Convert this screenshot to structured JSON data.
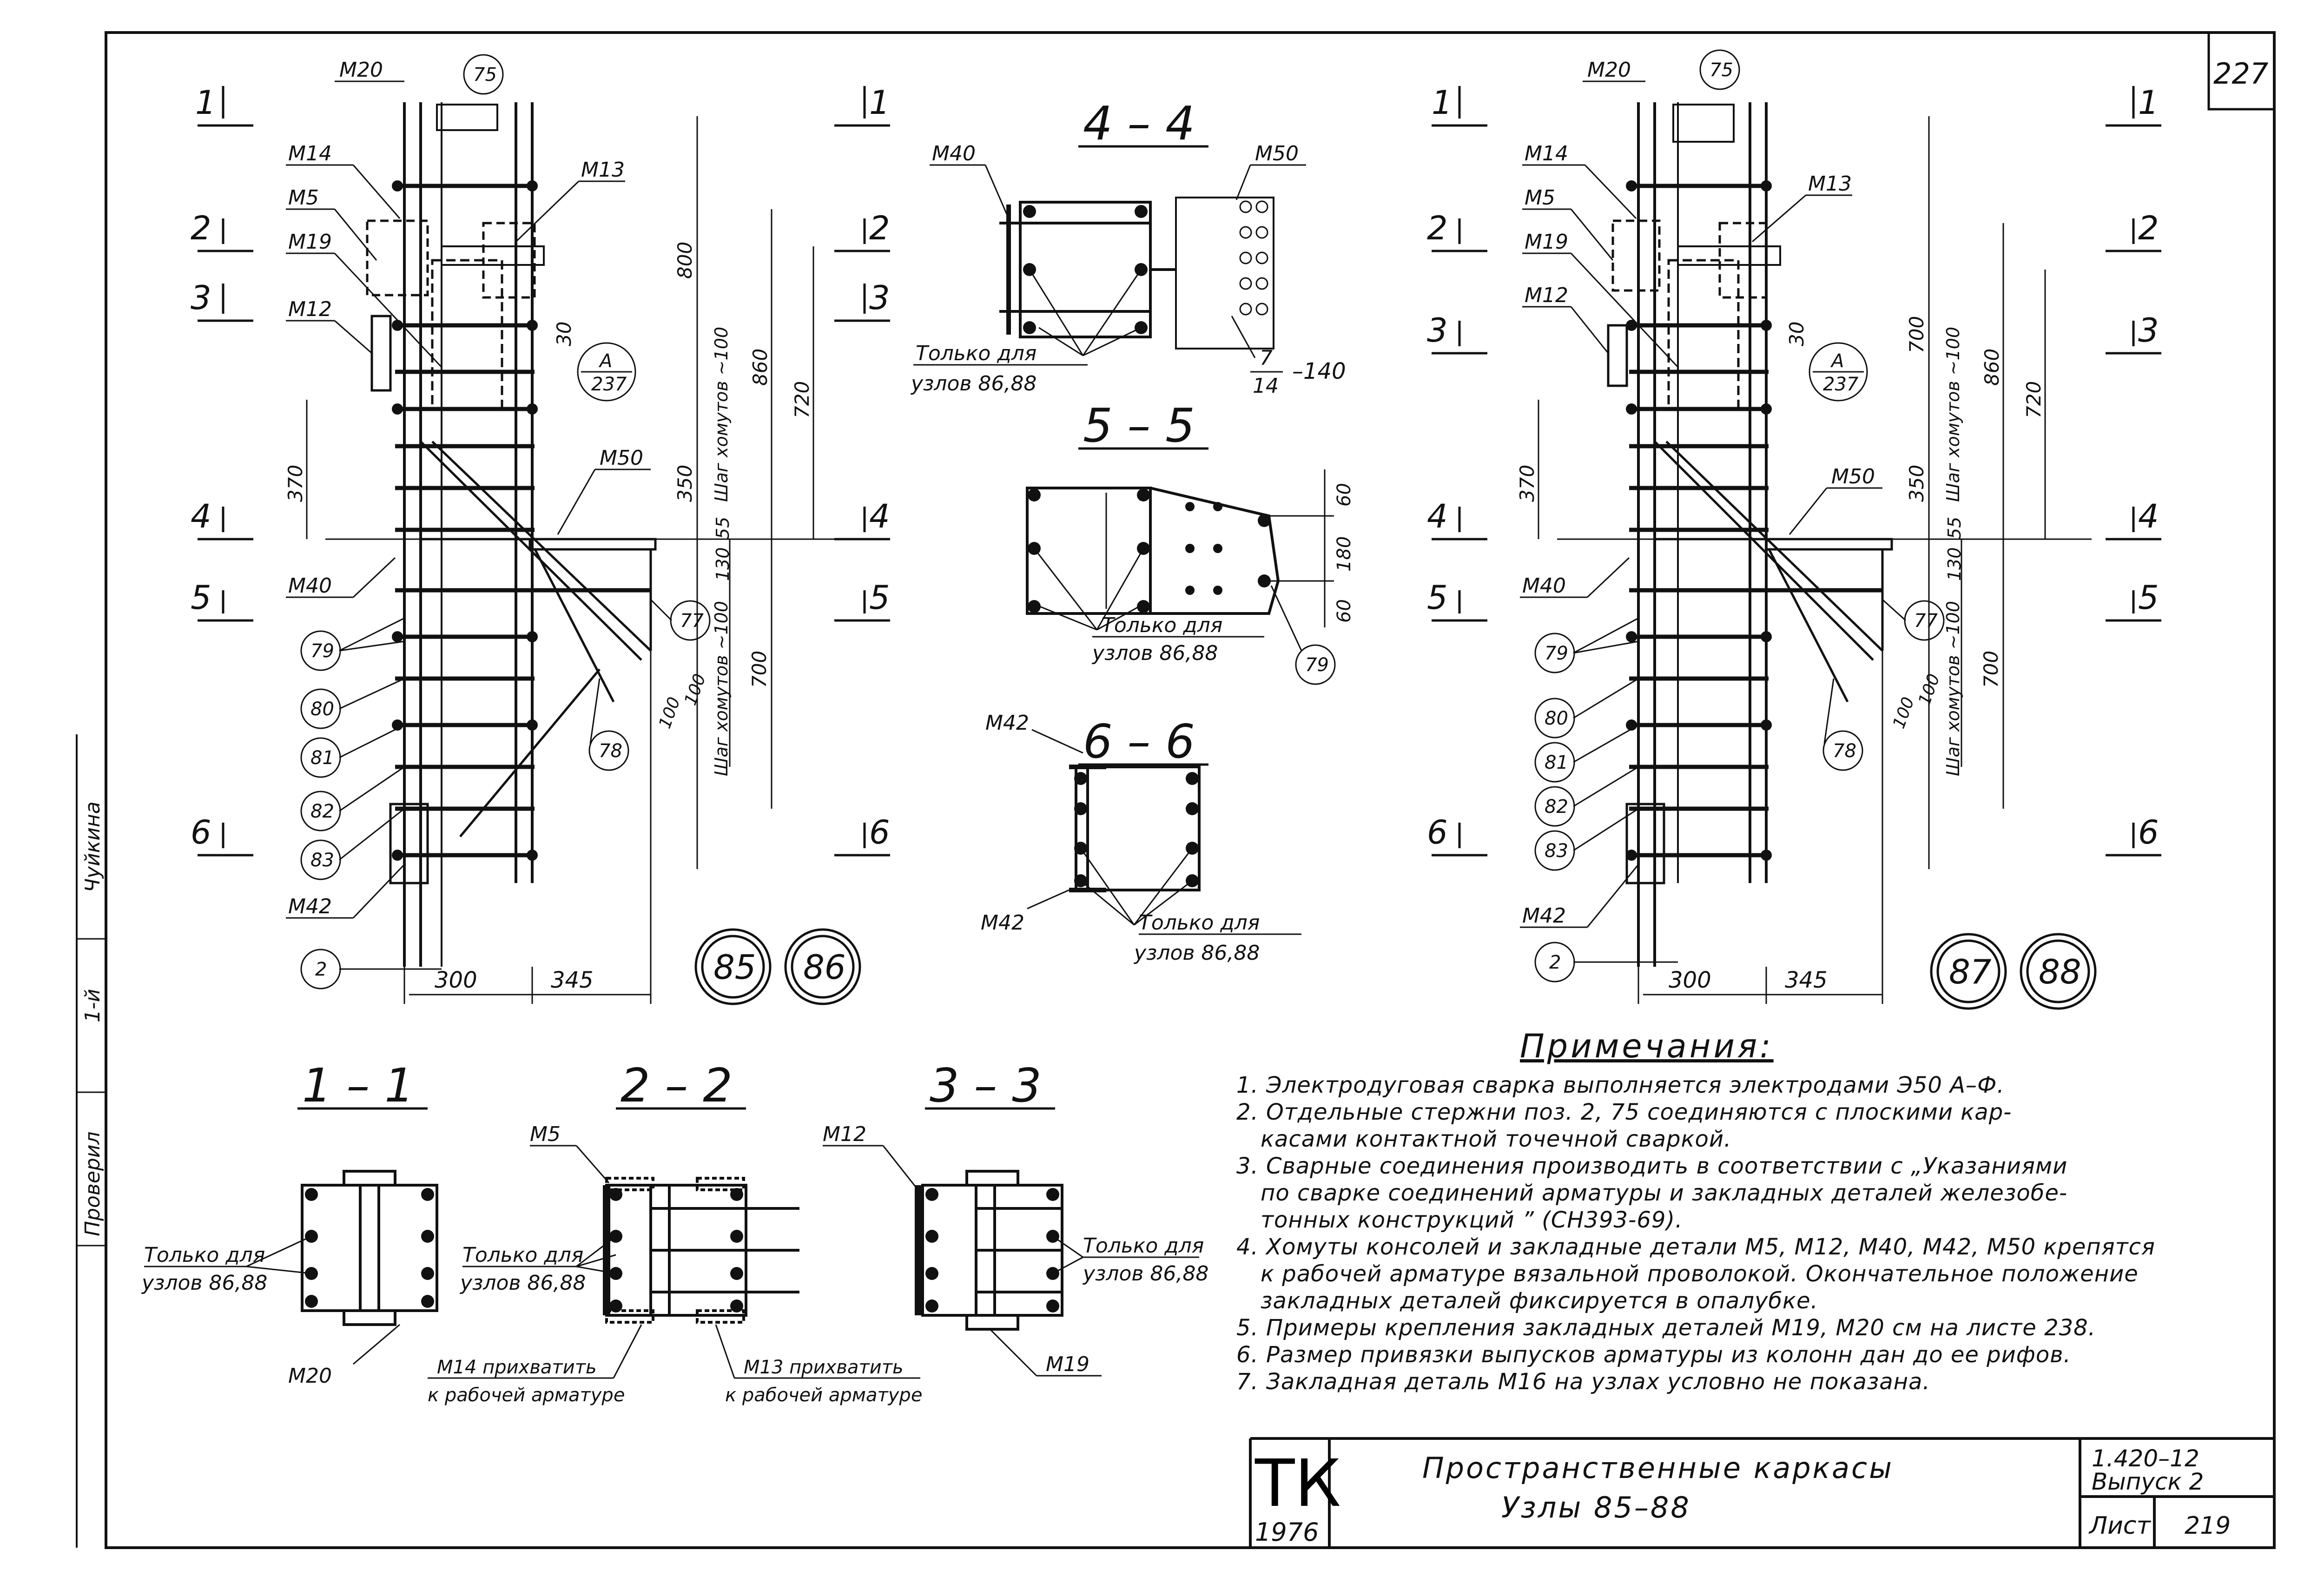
{
  "sheet": {
    "corner_number": "227",
    "stamp_mark": "ТК",
    "stamp_year": "1976",
    "title_line1": "Пространственные каркасы",
    "title_line2": "Узлы 85–88",
    "series": "1.420–12",
    "issue": "Выпуск 2",
    "sheet_label": "Лист",
    "sheet_number": "219"
  },
  "margin_labels": {
    "checked": "Проверил",
    "surname": "Чуйкина"
  },
  "left_node": {
    "marks": [
      "М20",
      "М14",
      "М5",
      "М19",
      "М12",
      "М13",
      "М50",
      "М40",
      "М42"
    ],
    "positions": [
      "75",
      "79",
      "80",
      "81",
      "82",
      "83",
      "2",
      "77",
      "78"
    ],
    "dims": {
      "d800": "800",
      "d30": "30",
      "d860": "860",
      "d720": "720",
      "d370": "370",
      "d350": "350",
      "d55": "55",
      "d130": "130",
      "d700": "700",
      "d100a": "100",
      "d100b": "100",
      "d300": "300",
      "d345": "345"
    },
    "stirrup_top": "Шаг хомутов ~100",
    "stirrup_bot": "Шаг хомутов ~100",
    "ref_a": "А",
    "ref_sheet": "237",
    "nodes": [
      "85",
      "86"
    ]
  },
  "right_node": {
    "dims": {
      "d700top": "700"
    },
    "nodes": [
      "87",
      "88"
    ]
  },
  "sections": {
    "s1": {
      "title": "1 – 1",
      "mark": "М20"
    },
    "s2": {
      "title": "2 – 2",
      "mark": "М5",
      "note1": "М14 прихватить",
      "note2": "к рабочей арматуре",
      "note3": "М13 прихватить",
      "note4": "к рабочей арматуре"
    },
    "s3": {
      "title": "3 – 3",
      "mark1": "М12",
      "mark2": "М19"
    },
    "s4": {
      "title": "4 – 4",
      "mark1": "М40",
      "mark2": "М50",
      "frac_top": "7",
      "frac_bot": "14",
      "frac_suffix": "–140"
    },
    "s5": {
      "title": "5 – 5",
      "d60a": "60",
      "d180": "180",
      "d60b": "60",
      "pos": "79"
    },
    "s6": {
      "title": "6 – 6",
      "mark": "М42"
    },
    "only_for_1": "Только для",
    "only_for_2": "узлов 86,88",
    "sec_marks": [
      "1",
      "2",
      "3",
      "4",
      "5",
      "6"
    ]
  },
  "notes": {
    "title": "Примечания:",
    "items": [
      "1. Электродуговая сварка выполняется электродами Э50 А–Ф.",
      "2. Отдельные стержни поз. 2, 75   соединяются с плоскими кар-",
      "касами контактной точечной сваркой.",
      "3. Сварные соединения производить в соответствии с „Указаниями",
      "по сварке соединений арматуры и закладных деталей железобе-",
      "тонных конструкций ” (СН393-69).",
      "4. Хомуты консолей и закладные детали М5, М12, М40, М42, М50 крепятся",
      "к рабочей арматуре вязальной проволокой. Окончательное положение",
      "закладных деталей фиксируется в опалубке.",
      "5. Примеры крепления закладных деталей М19, М20 см на листе 238.",
      "6. Размер привязки выпусков арматуры из колонн дан до ее рифов.",
      "7. Закладная деталь М16 на узлах условно не показана."
    ]
  }
}
